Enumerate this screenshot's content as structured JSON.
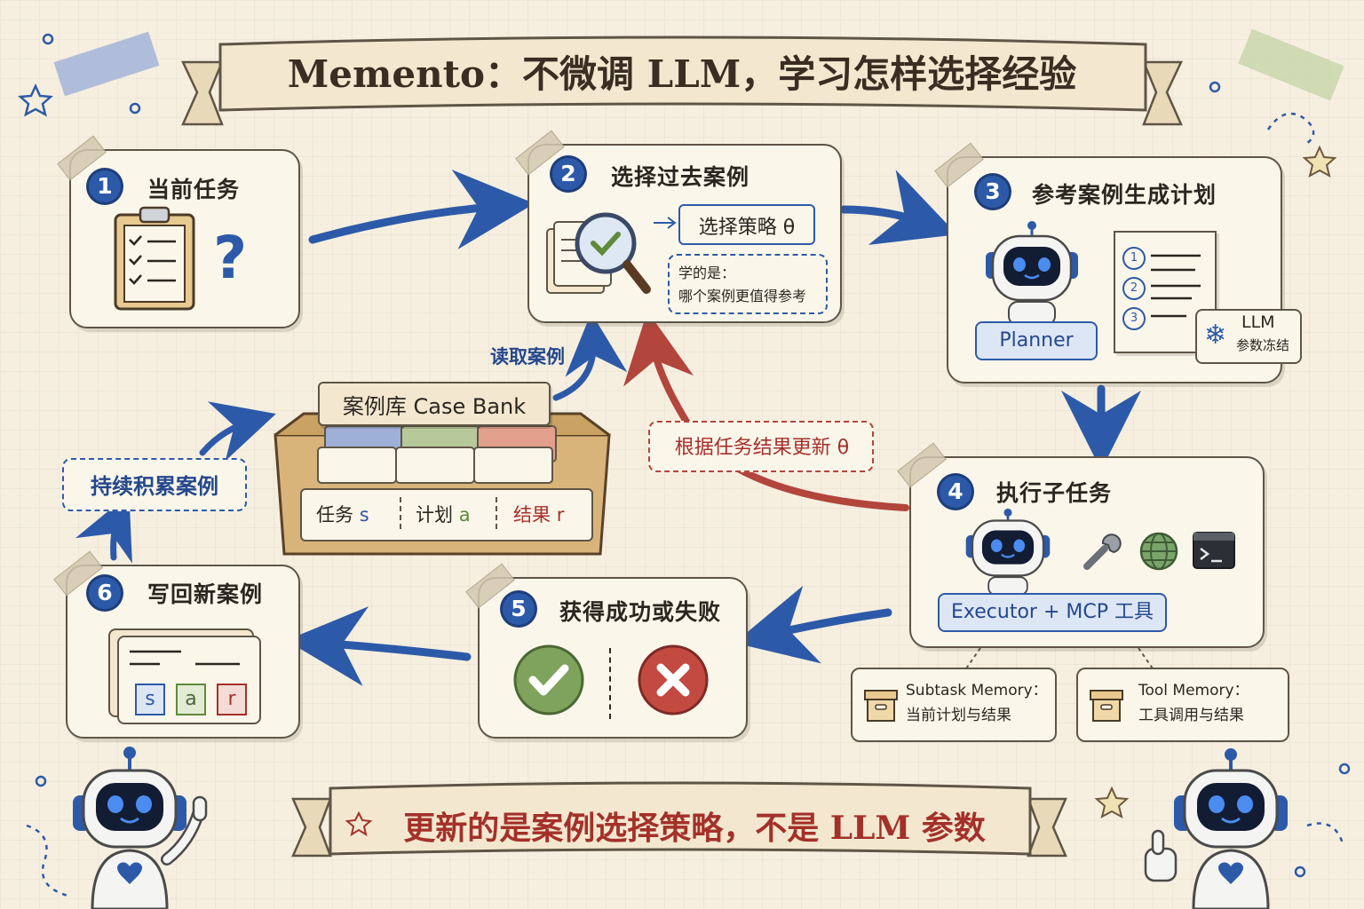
{
  "title": "Memento：不微调 LLM，学习怎样选择经验",
  "steps": [
    {
      "num": "1",
      "title": "当前任务"
    },
    {
      "num": "2",
      "title": "选择过去案例"
    },
    {
      "num": "3",
      "title": "参考案例生成计划"
    },
    {
      "num": "4",
      "title": "执行子任务"
    },
    {
      "num": "5",
      "title": "获得成功或失败"
    },
    {
      "num": "6",
      "title": "写回新案例"
    }
  ],
  "step1": {
    "question_mark": "?"
  },
  "step2": {
    "policy_label": "选择策略 θ",
    "note_line1": "学的是：",
    "note_line2": "哪个案例更值得参考"
  },
  "step3": {
    "planner_label": "Planner",
    "plan_items": [
      "1",
      "2",
      "3"
    ],
    "frozen_line1": "LLM",
    "frozen_line2": "参数冻结"
  },
  "step4": {
    "executor_label": "Executor + MCP 工具",
    "tools": [
      "wrench-icon",
      "globe-icon",
      "terminal-icon"
    ]
  },
  "memory": {
    "subtask_title": "Subtask Memory：",
    "subtask_desc": "当前计划与结果",
    "tool_title": "Tool Memory：",
    "tool_desc": "工具调用与结果"
  },
  "step6": {
    "tags": [
      "s",
      "a",
      "r"
    ]
  },
  "case_bank": {
    "label": "案例库 Case Bank",
    "fields": [
      {
        "name": "任务",
        "symbol": "s",
        "color": "#2d5aa8"
      },
      {
        "name": "计划",
        "symbol": "a",
        "color": "#5e8a3a"
      },
      {
        "name": "结果",
        "symbol": "r",
        "color": "#a4302a"
      }
    ]
  },
  "arrows": {
    "read_cases": "读取案例",
    "update_theta": "根据任务结果更新 θ",
    "accumulate": "持续积累案例"
  },
  "footer": "更新的是案例选择策略，不是 LLM 参数",
  "colors": {
    "blue": "#2d5aa8",
    "red": "#a4302a",
    "green": "#5e8a3a",
    "ink": "#5e5546",
    "paper": "#f6efe0"
  }
}
